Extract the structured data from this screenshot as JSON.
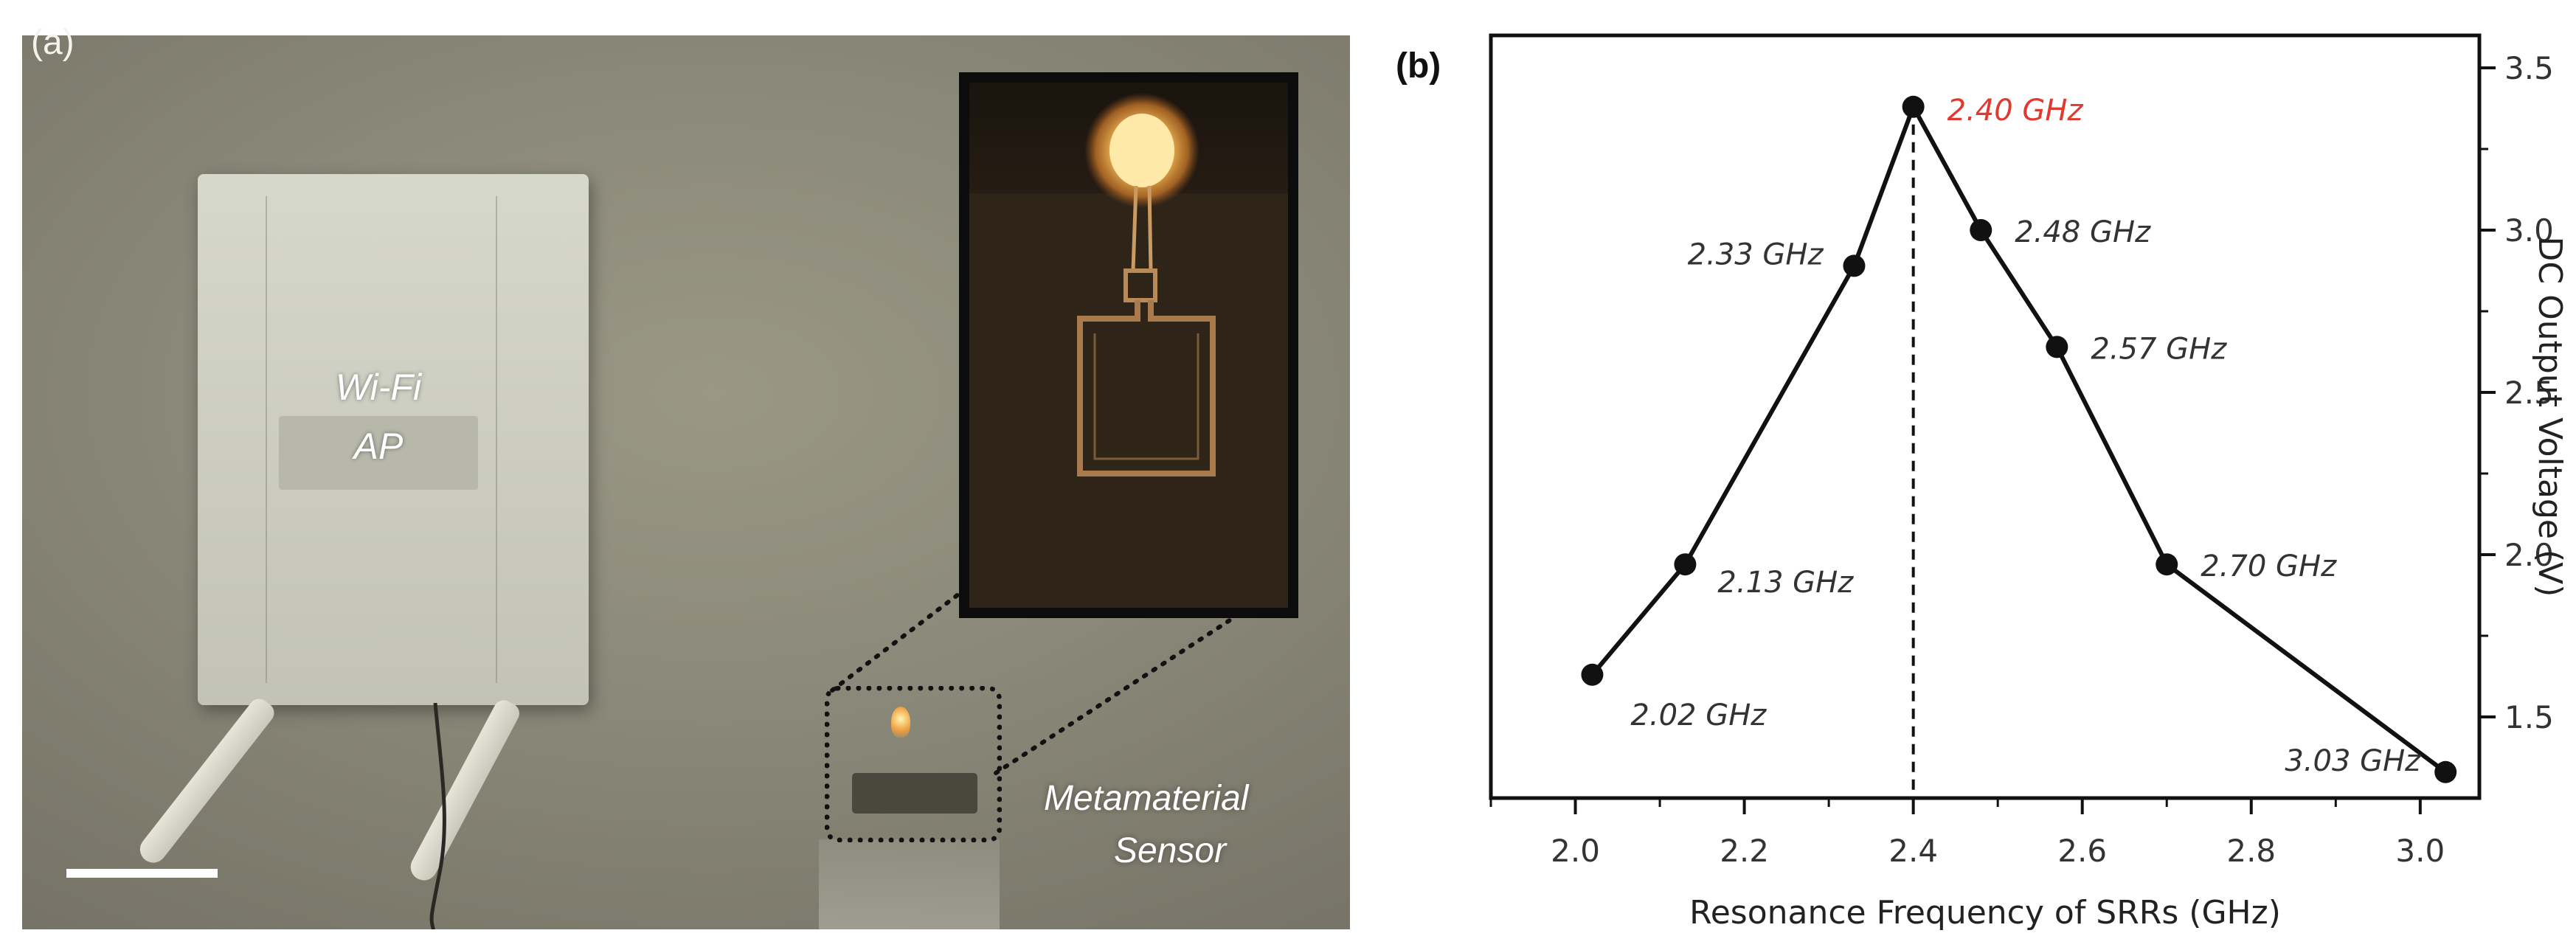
{
  "panels": {
    "a": {
      "label": "(a)",
      "ap_text": [
        "Wi-Fi",
        "AP"
      ],
      "sensor_text": [
        "Metamaterial",
        "Sensor"
      ]
    },
    "b": {
      "label": "(b)"
    }
  },
  "colors": {
    "line": "#111111",
    "highlight": "#e03a30"
  },
  "chart_data": {
    "type": "line",
    "title": "",
    "xlabel": "Resonance Frequency of SRRs (GHz)",
    "ylabel": "DC Output Voltage (V)",
    "xlim": [
      1.9,
      3.07
    ],
    "ylim": [
      1.25,
      3.6
    ],
    "x_ticks": [
      2.0,
      2.2,
      2.4,
      2.6,
      2.8,
      3.0
    ],
    "x_tick_labels": [
      "2.0",
      "2.2",
      "2.4",
      "2.6",
      "2.8",
      "3.0"
    ],
    "y_ticks": [
      1.5,
      2.0,
      2.5,
      3.0,
      3.5
    ],
    "y_tick_labels": [
      "1.5",
      "2.0",
      "2.5",
      "3.0",
      "3.5"
    ],
    "y_axis_side": "right",
    "grid": false,
    "x": [
      2.02,
      2.13,
      2.33,
      2.4,
      2.48,
      2.57,
      2.7,
      3.03
    ],
    "y": [
      1.63,
      1.97,
      2.89,
      3.38,
      3.0,
      2.64,
      1.97,
      1.33
    ],
    "point_labels": [
      "2.02 GHz",
      "2.13 GHz",
      "2.33 GHz",
      "2.40 GHz",
      "2.48 GHz",
      "2.57 GHz",
      "2.70 GHz",
      "3.03 GHz"
    ],
    "highlight_index": 3,
    "reference_line": {
      "x": 2.4,
      "style": "dashed"
    }
  }
}
